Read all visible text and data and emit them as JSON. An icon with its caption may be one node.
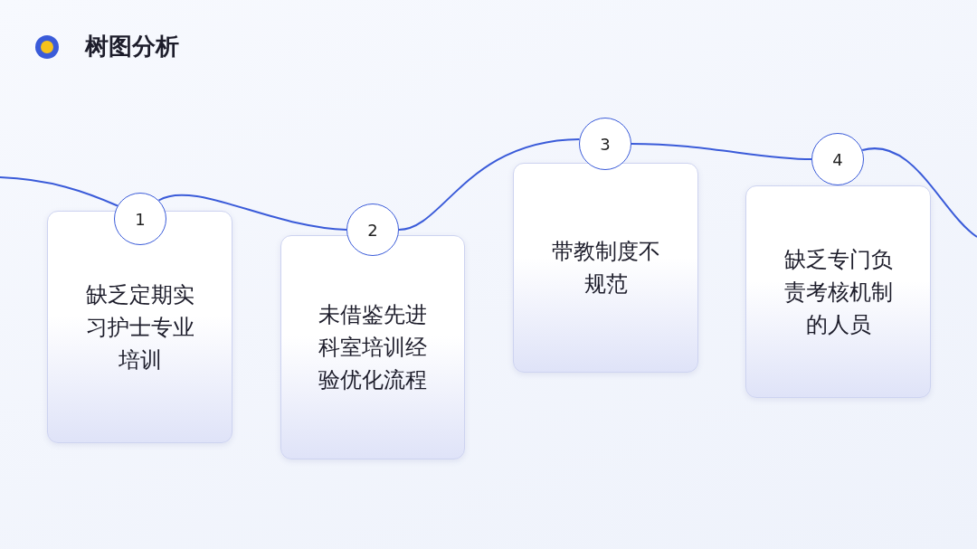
{
  "diagram": {
    "title": "树图分析",
    "nodes": [
      {
        "text": [
          "1"
        ]
      },
      {
        "text": [
          "缺乏定期实习护士专业培训"
        ]
      },
      {
        "text": [
          "2"
        ]
      },
      {
        "text": [
          "未借鉴先进科室培训经验优化流程"
        ]
      },
      {
        "text": [
          "3"
        ]
      },
      {
        "text": [
          "带教制度不规范"
        ]
      },
      {
        "text": [
          "4"
        ]
      },
      {
        "text": [
          "缺乏专门负责考核机制的人员"
        ]
      }
    ],
    "edges": [
      {
        "from": null,
        "to": 0,
        "arrow": "none"
      },
      {
        "from": 0,
        "to": 2,
        "arrow": "none"
      },
      {
        "from": 2,
        "to": 4,
        "arrow": "none"
      },
      {
        "from": 4,
        "to": 6,
        "arrow": "none"
      },
      {
        "from": 6,
        "to": null,
        "arrow": "none"
      }
    ]
  }
}
